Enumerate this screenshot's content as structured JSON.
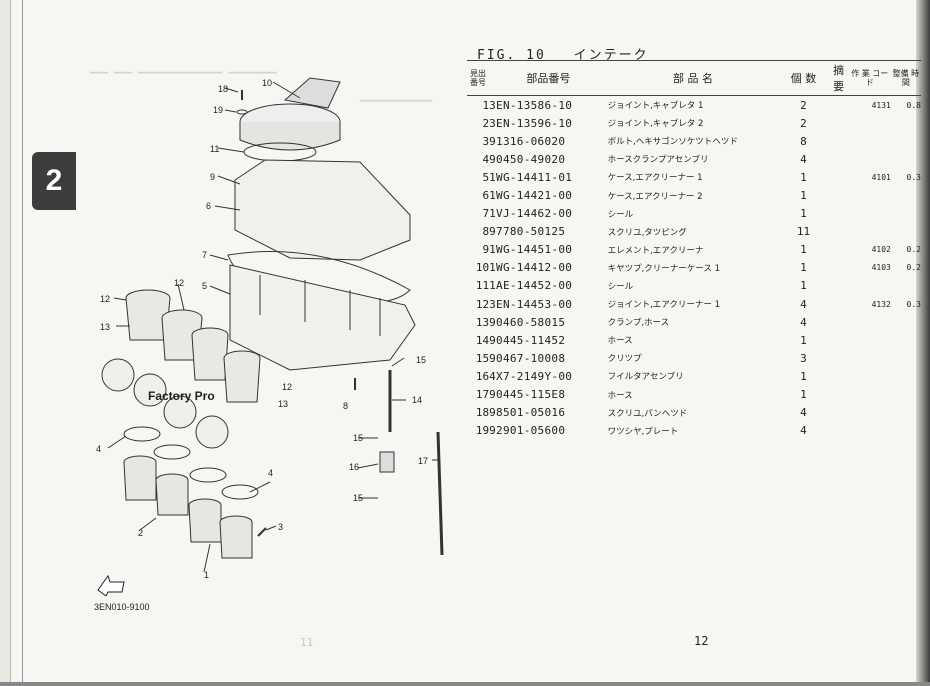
{
  "section_tab": "2",
  "figure": {
    "label": "FIG. 10",
    "title": "インテーク"
  },
  "headers": {
    "ref_no": "見出 番号",
    "part_no": "部品番号",
    "part_name": "部 品 名",
    "qty": "個 数",
    "remarks": "摘 要",
    "work_code": "作 業 コード",
    "work_time": "整備 時間"
  },
  "parts": [
    {
      "no": "1",
      "part_no": "3EN-13586-10",
      "name": "ジョイント,キャブレタ 1",
      "qty": "2",
      "code": "4131",
      "time": "0.8"
    },
    {
      "no": "2",
      "part_no": "3EN-13596-10",
      "name": "ジョイント,キャブレタ 2",
      "qty": "2",
      "code": "",
      "time": ""
    },
    {
      "no": "3",
      "part_no": "91316-06020",
      "name": "ボルト,ヘキサゴンソケツトヘツド",
      "qty": "8",
      "code": "",
      "time": ""
    },
    {
      "no": "4",
      "part_no": "90450-49020",
      "name": "ホースクランプアセンブリ",
      "qty": "4",
      "code": "",
      "time": ""
    },
    {
      "no": "5",
      "part_no": "1WG-14411-01",
      "name": "ケース,エアクリーナー 1",
      "qty": "1",
      "code": "4101",
      "time": "0.3"
    },
    {
      "no": "6",
      "part_no": "1WG-14421-00",
      "name": "ケース,エアクリーナー 2",
      "qty": "1",
      "code": "",
      "time": ""
    },
    {
      "no": "7",
      "part_no": "1VJ-14462-00",
      "name": "シール",
      "qty": "1",
      "code": "",
      "time": ""
    },
    {
      "no": "8",
      "part_no": "97780-50125",
      "name": "スクリユ,タツピング",
      "qty": "11",
      "code": "",
      "time": ""
    },
    {
      "no": "9",
      "part_no": "1WG-14451-00",
      "name": "エレメント,エアクリーナ",
      "qty": "1",
      "code": "4102",
      "time": "0.2"
    },
    {
      "no": "10",
      "part_no": "1WG-14412-00",
      "name": "キヤツプ,クリーナーケース 1",
      "qty": "1",
      "code": "4103",
      "time": "0.2"
    },
    {
      "no": "11",
      "part_no": "1AE-14452-00",
      "name": "シール",
      "qty": "1",
      "code": "",
      "time": ""
    },
    {
      "no": "12",
      "part_no": "3EN-14453-00",
      "name": "ジョイント,エアクリーナー 1",
      "qty": "4",
      "code": "4132",
      "time": "0.3"
    },
    {
      "no": "13",
      "part_no": "90460-58015",
      "name": "クランプ,ホース",
      "qty": "4",
      "code": "",
      "time": ""
    },
    {
      "no": "14",
      "part_no": "90445-11452",
      "name": "ホース",
      "qty": "1",
      "code": "",
      "time": ""
    },
    {
      "no": "15",
      "part_no": "90467-10008",
      "name": "クリツプ",
      "qty": "3",
      "code": "",
      "time": ""
    },
    {
      "no": "16",
      "part_no": "4X7-2149Y-00",
      "name": "フイルタアセンブリ",
      "qty": "1",
      "code": "",
      "time": ""
    },
    {
      "no": "17",
      "part_no": "90445-115E8",
      "name": "ホース",
      "qty": "1",
      "code": "",
      "time": ""
    },
    {
      "no": "18",
      "part_no": "98501-05016",
      "name": "スクリユ,パンヘツド",
      "qty": "4",
      "code": "",
      "time": ""
    },
    {
      "no": "19",
      "part_no": "92901-05600",
      "name": "ワツシヤ,プレート",
      "qty": "4",
      "code": "",
      "time": ""
    }
  ],
  "diagram": {
    "watermark": "Factory Pro",
    "code": "3EN010-9100",
    "callouts": [
      "1",
      "2",
      "3",
      "4",
      "5",
      "6",
      "7",
      "8",
      "9",
      "10",
      "11",
      "12",
      "13",
      "14",
      "15",
      "16",
      "17",
      "18",
      "19"
    ]
  },
  "page_number": "12",
  "facing_page_number": "11"
}
